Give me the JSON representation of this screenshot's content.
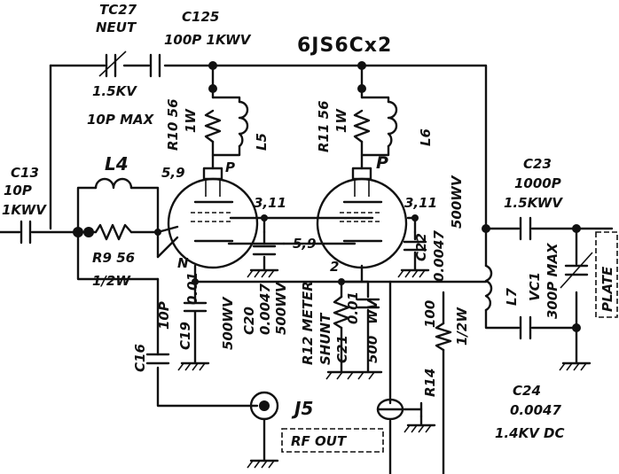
{
  "title": "6JS6Cx2",
  "components": {
    "tc27": [
      "TC27",
      "NEUT",
      "1.5KV",
      "10P MAX"
    ],
    "c125": [
      "C125",
      "100P 1KWV"
    ],
    "r10": [
      "R10 56",
      "1W"
    ],
    "l5": "L5",
    "r11": [
      "R11 56",
      "1W"
    ],
    "l6": "L6",
    "c13": [
      "C13",
      "10P",
      "1KWV"
    ],
    "l4": "L4",
    "r9": [
      "R9 56",
      "1/2W"
    ],
    "pin59_left": "5,9",
    "pin59_mid": "5,9",
    "pin311_left": "3,11",
    "pin311_right": "3,11",
    "pin_p_left": "P",
    "pin_p_right": "P",
    "pin_n": "N",
    "pin_2": "2",
    "c16": [
      "C16",
      "10P"
    ],
    "c19": [
      "C19",
      "0.01",
      "500WV"
    ],
    "c20": [
      "C20",
      "0.0047",
      "500WV"
    ],
    "r12": [
      "R12 METER",
      "SHUNT"
    ],
    "c21": [
      "C21",
      "0.01",
      "500",
      "WV"
    ],
    "c22": [
      "C22",
      "0.0047",
      "500WV"
    ],
    "r14": [
      "R14",
      "100",
      "1/2W"
    ],
    "c23": [
      "C23",
      "1000P",
      "1.5KWV"
    ],
    "l7": "L7",
    "vc1": [
      "VC1",
      "300P MAX"
    ],
    "c24": [
      "C24",
      "0.0047",
      "1.4KV DC"
    ],
    "j5": "J5",
    "rf_out": "RF OUT",
    "plate": "PLATE"
  }
}
